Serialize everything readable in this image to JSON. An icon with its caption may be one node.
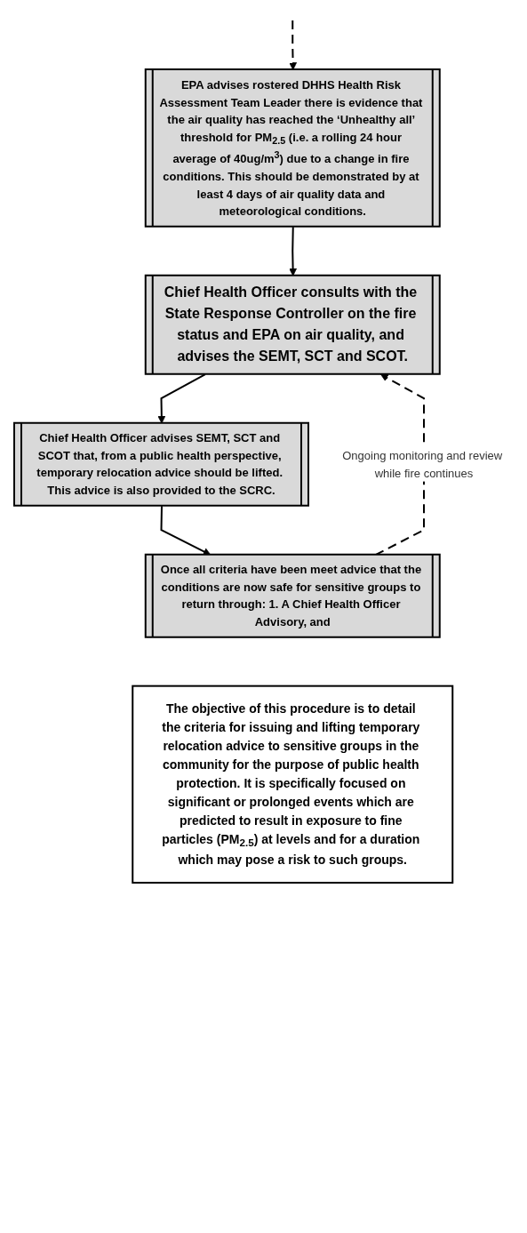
{
  "diagram": {
    "nodes": [
      {
        "text": [
          "EPA advises rostered DHHS Health Risk Assessment Team Leader there is evidence that the air quality has reached the ‘Unhealthy all’ threshold for PM$_{2.5}$ (i.e. a rolling 24 hour average of 40ug/m$^{3}$) due to a change in fire conditions. This should be demonstrated by at least 4 days of air quality data and meteorological conditions."
        ]
      },
      {
        "text": [
          "Chief Health Officer consults with the State Response Controller on the fire status and EPA on air quality, and advises the SEMT, SCT and SCOT."
        ]
      },
      {
        "text": [
          "Chief Health Officer advises SEMT, SCT and SCOT that, from a public health perspective, temporary relocation advice should be lifted. This advice is also provided to the SCRC."
        ]
      },
      {
        "text": [
          "Once all criteria have been meet advice that the conditions are now safe for sensitive groups to return through: 1. A Chief Health Officer Advisory, and"
        ]
      },
      {
        "text": [
          "The objective of this procedure is to detail the criteria for issuing and lifting temporary relocation advice to sensitive groups in the community for the purpose of public health protection. It is specifically focused on significant or prolonged events which are predicted to result in exposure to fine particles (PM$_{2.5}$) at levels and for a duration which may pose a risk to such groups."
        ]
      }
    ],
    "edges": [
      {
        "from": null,
        "to": 0,
        "arrow": "to",
        "style": "dashed"
      },
      {
        "from": 0,
        "to": 1,
        "arrow": "to"
      },
      {
        "from": 1,
        "to": 2,
        "arrow": "to"
      },
      {
        "from": 2,
        "to": 3,
        "arrow": "to"
      },
      {
        "from": 3,
        "to": 1,
        "arrow": "to",
        "style": "dashed",
        "label": "Ongoing monitoring and review while fire continues"
      }
    ]
  }
}
